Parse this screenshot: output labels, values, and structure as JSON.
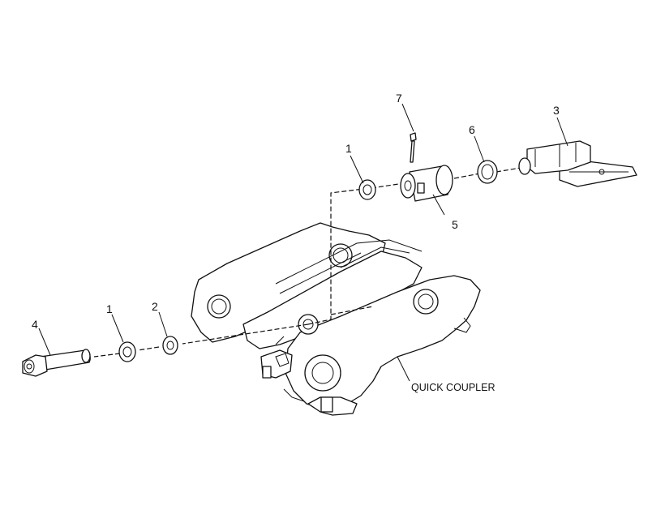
{
  "diagram": {
    "callouts": [
      {
        "id": "c1a",
        "text": "1"
      },
      {
        "id": "c7",
        "text": "7"
      },
      {
        "id": "c6",
        "text": "6"
      },
      {
        "id": "c3",
        "text": "3"
      },
      {
        "id": "c5",
        "text": "5"
      },
      {
        "id": "c4",
        "text": "4"
      },
      {
        "id": "c1b",
        "text": "1"
      },
      {
        "id": "c2",
        "text": "2"
      }
    ],
    "assembly_label": "QUICK COUPLER"
  }
}
